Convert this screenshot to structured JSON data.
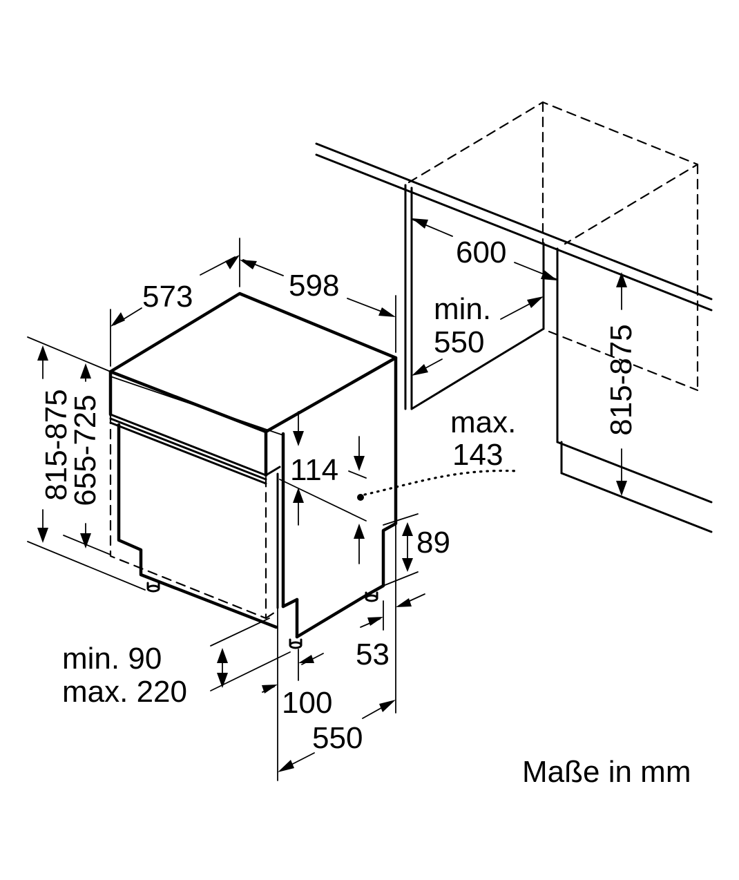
{
  "diagram": {
    "unit_note": "Maße in mm",
    "appliance": {
      "width": "598",
      "depth": "573",
      "height_range": "815-875",
      "niche_height_range": "655-725",
      "panel_drop": "114",
      "foot_height": "89",
      "foot_inset_side": "53",
      "foot_inset_front": "100",
      "depth_total": "550",
      "plinth_min": "min. 90",
      "plinth_max": "max. 220",
      "door_offset_max": "max.",
      "door_offset_value": "143"
    },
    "niche": {
      "width": "600",
      "depth_min": "min.",
      "depth_value": "550",
      "height_range": "815-875"
    }
  }
}
